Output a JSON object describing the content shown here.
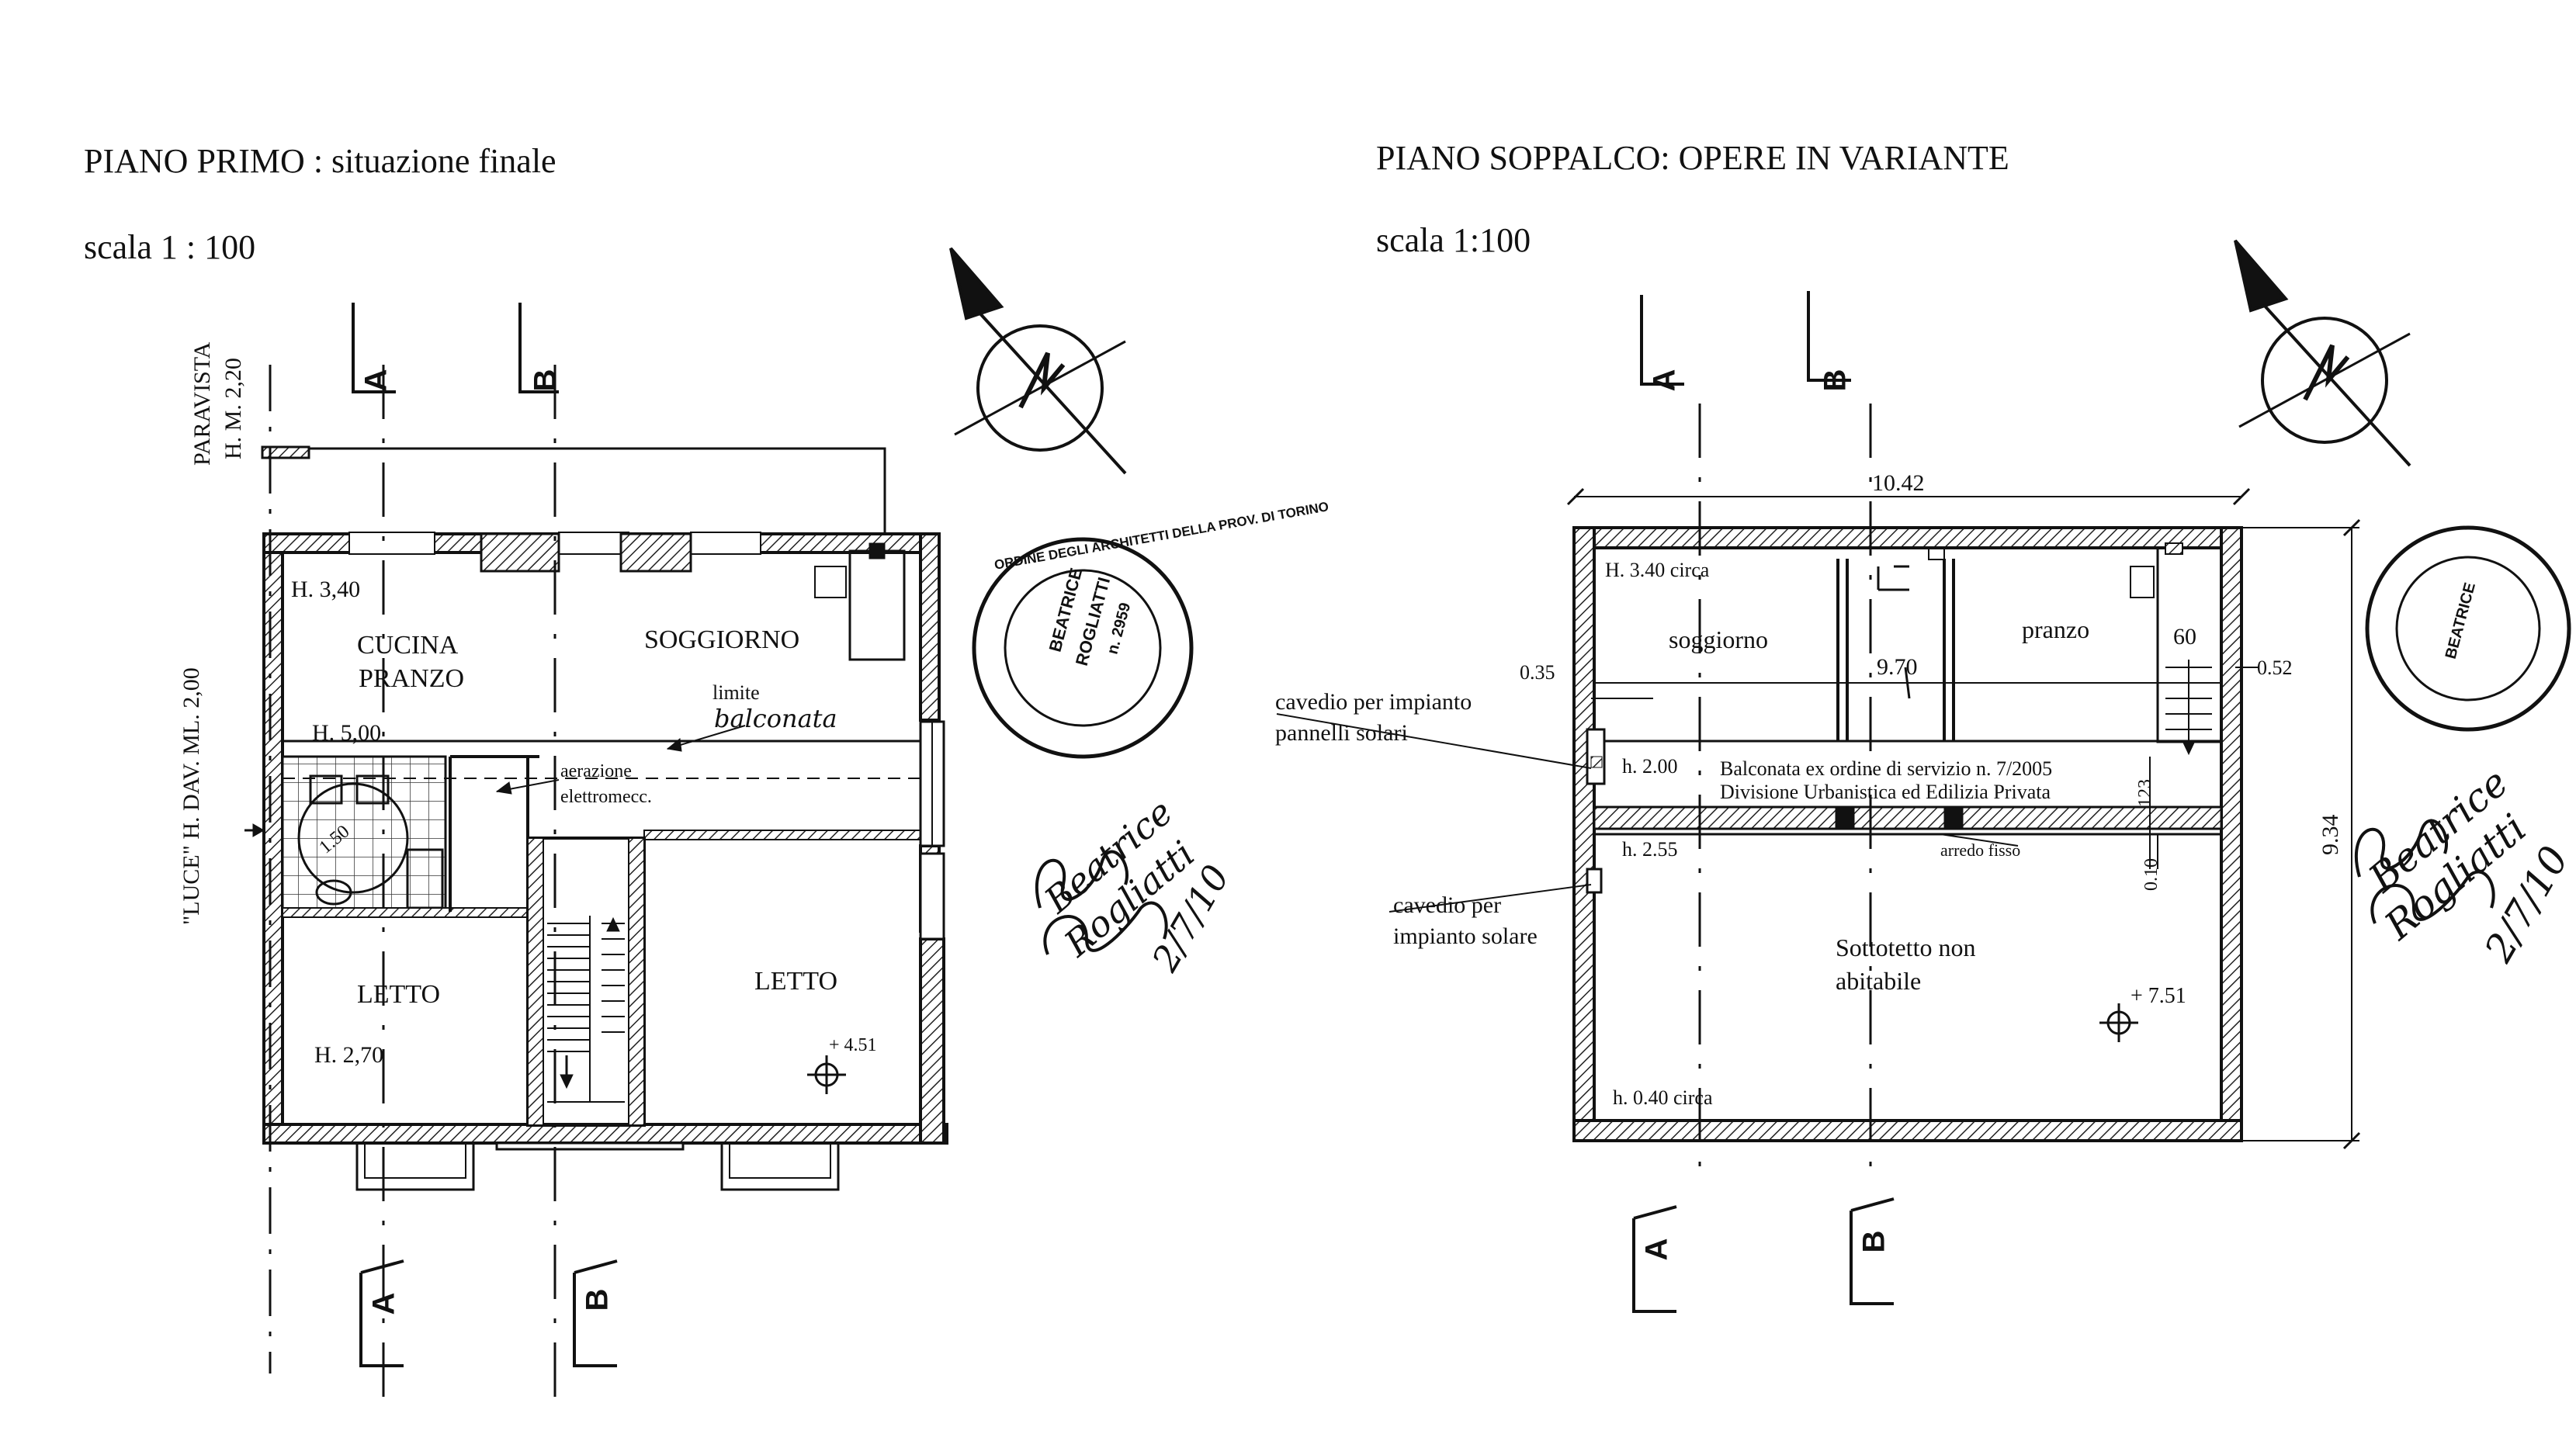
{
  "plan_left": {
    "title": "PIANO PRIMO : situazione finale",
    "scale": "scala 1 : 100",
    "side_label_top": "PARAVISTA",
    "side_label_height": "H. M. 2,20",
    "side_label_luce": "\"LUCE\" H. DAV. ML. 2,00",
    "rooms": {
      "cucina": "CUCINA",
      "pranzo": "PRANZO",
      "soggiorno": "SOGGIORNO",
      "letto_left": "LETTO",
      "letto_right": "LETTO"
    },
    "heights": {
      "h340": "H. 3,40",
      "h500": "H. 5,00",
      "h270": "H. 2,70"
    },
    "notes": {
      "limite": "limite",
      "balconata": "balconata",
      "aerazione": "aerazione",
      "elettromecc": "elettromecc.",
      "diameter": "1.50",
      "spot_level": "+ 4.51"
    },
    "section_markers": [
      "A",
      "B"
    ]
  },
  "plan_right": {
    "title": "PIANO SOPPALCO: OPERE IN VARIANTE",
    "scale": "scala 1:100",
    "dimensions": {
      "width": "10.42",
      "depth": "9.34",
      "inner": "9.70",
      "left_offset": "0.35",
      "right_offset": "0.52",
      "stair": "60",
      "gap": "123",
      "thickness": "0.10"
    },
    "rooms": {
      "soggiorno": "soggiorno",
      "pranzo": "pranzo",
      "sottotetto_1": "Sottotetto non",
      "sottotetto_2": "abitabile"
    },
    "heights": {
      "h340": "H. 3.40 circa",
      "h200": "h. 2.00",
      "h255": "h. 2.55",
      "h040": "h. 0.40 circa"
    },
    "notes": {
      "cavedio1_a": "cavedio per impianto",
      "cavedio1_b": "pannelli solari",
      "cavedio2_a": "cavedio per",
      "cavedio2_b": "impianto solare",
      "balconata_1": "Balconata ex ordine di servizio n. 7/2005",
      "balconata_2": "Divisione Urbanistica ed Edilizia Privata",
      "arredo": "arredo fisso",
      "spot_level": "+ 7.51"
    },
    "section_markers": [
      "A",
      "B"
    ]
  },
  "north_icon": "north-arrow-icon",
  "stamp": {
    "ring": "ORDINE DEGLI ARCHITETTI DELLA PROV. DI TORINO",
    "name_1": "BEATRICE",
    "name_2": "ROGLIATTI",
    "number": "n. 2959"
  },
  "signature": {
    "line_1": "Beatrice",
    "line_2": "Rogliatti",
    "date": "2/7/10"
  }
}
